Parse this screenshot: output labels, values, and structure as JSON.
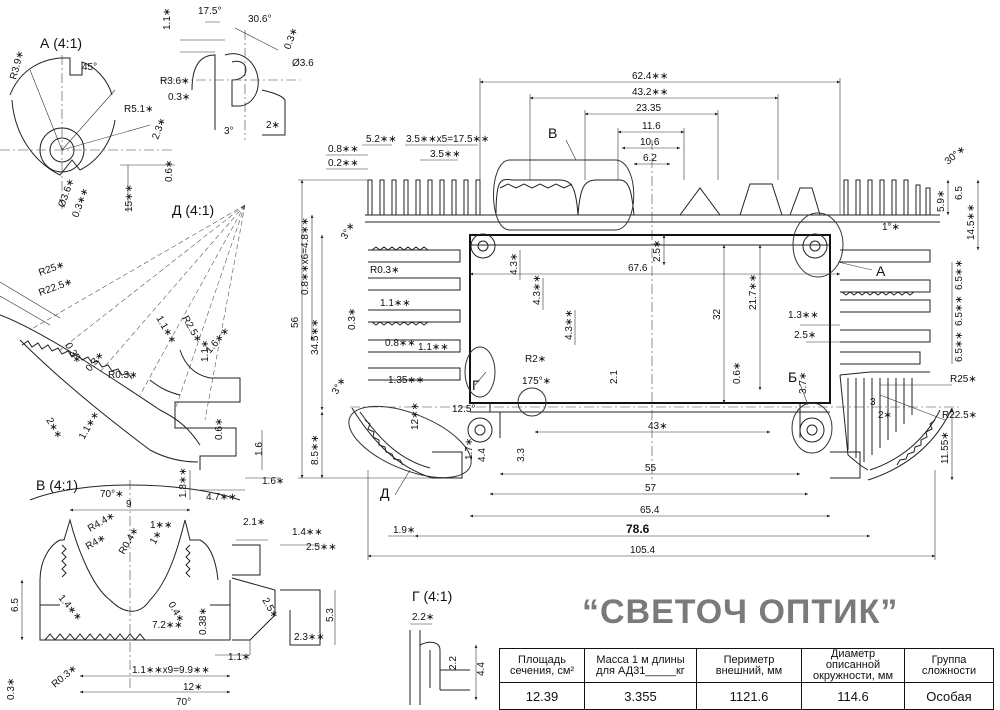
{
  "company_name": "“СВЕТОЧ ОПТИК”",
  "detail_titles": {
    "A": "А (4:1)",
    "D": "Д (4:1)",
    "V": "В (4:1)",
    "G": "Г (4:1)"
  },
  "section_markers": {
    "A": "А",
    "B": "Б",
    "V": "В",
    "G": "Г",
    "D": "Д"
  },
  "main_dimensions": {
    "d62_4": "62.4∗∗",
    "d43_2": "43.2∗∗",
    "d23_35": "23.35",
    "d11_6": "11.6",
    "d10_6": "10.6",
    "d6_2": "6.2",
    "d67_6": "67.6",
    "d43": "43∗",
    "d55": "55",
    "d57": "57",
    "d65_4": "65.4",
    "d78_6": "78.6",
    "d105_4": "105.4",
    "d1_9": "1.9∗",
    "d5_2": "5.2∗∗",
    "d3_5x5": "3.5∗∗x5=17.5∗∗",
    "d3_5": "3.5∗∗",
    "d0_8": "0.8∗∗",
    "d0_2": "0.2∗∗",
    "d56": "56",
    "d32": "32",
    "d21_7": "21.7∗∗",
    "d2_5": "2.5∗",
    "d34_5": "34.5∗∗",
    "d0_8x6": "0.8∗∗x6=4.8∗∗",
    "d8_5": "8.5∗∗",
    "d4_3a": "4.3∗",
    "d4_3b": "4.3∗∗",
    "d4_3c": "4.3∗∗",
    "dR0_3": "R0.3∗",
    "d1_1": "1.1∗∗",
    "d1_1b": "1.1∗∗",
    "d0_3": "0.3∗",
    "d0_8b": "0.8∗∗",
    "d1_35": "1.35∗∗",
    "dR2": "R2∗",
    "d175": "175°∗",
    "d2_1": "2.1",
    "d0_6": "0.6∗",
    "d3_7": "3.7∗",
    "d12_5": "12.5°",
    "d12": "12∗∗",
    "d1_7": "1.7∗",
    "d3_3": "3.3",
    "d4_4": "4.4",
    "d3deg": "3°∗",
    "d3deg_b": "3°∗",
    "d1_3": "1.3∗∗",
    "d2_5b": "2.5∗",
    "d3": "3",
    "d2": "2∗",
    "dR25": "R25∗",
    "dR22_5": "R22.5∗",
    "d11_55": "11.55∗",
    "d14_5": "14.5∗∗",
    "d5_9": "5.9∗",
    "d6_5a": "6.5",
    "d6_5b": "6.5∗∗",
    "d6_5c": "6.5∗∗",
    "d6_5d": "6.5∗∗",
    "d1deg": "1°∗",
    "d30deg": "30°∗"
  },
  "detail_a_dimensions": {
    "a45": "45°",
    "aR3_9": "R3.9∗",
    "aR5_1": "R5.1∗",
    "a2_3": "2.3∗",
    "a0_6": "0.6∗",
    "a15": "15∗∗",
    "a0_3": "0.3∗∗",
    "a3_6": "Ø3.6∗",
    "a17_5": "17.5°",
    "a30_6": "30.6°",
    "a0_3b": "0.3∗",
    "a3_6b": "Ø3.6",
    "aR3_6": "R3.6∗",
    "a0_3c": "0.3∗",
    "a1_1": "1.1∗",
    "a3deg": "3°",
    "a2": "2∗"
  },
  "detail_d_dimensions": {
    "dR25": "R25∗",
    "dR22_5": "R22.5∗",
    "d0_3": "0.3∗",
    "dR0_3": "R0.3∗",
    "d0_3b": "0.3∗",
    "d1_1": "1.1∗∗",
    "dR2_5": "R2.5∗",
    "d1_6": "1.6∗∗",
    "d1_1b": "1.1∗",
    "d0_6": "0.6∗",
    "d1_6b": "1.6",
    "d1_6c": "1.6∗",
    "d4_7": "4.7∗∗",
    "d1_8": "1.8∗∗",
    "d2": "2∗∗",
    "d1_1c": "1.1∗∗"
  },
  "detail_v_dimensions": {
    "v70": "70°∗",
    "v9": "9",
    "vR4_4": "R4.4∗",
    "vR4": "R4∗",
    "vR0_4": "R0.4∗",
    "v1": "1∗∗",
    "v1b": "1∗",
    "v6_5": "6.5",
    "v1_4": "1.4∗∗",
    "v0_4": "0.4∗",
    "v7_2": "7.2∗∗",
    "v0_38": "0.38∗",
    "v1_1x9": "1.1∗∗x9=9.9∗∗",
    "v12": "12∗",
    "v70b": "70°",
    "vR0_3": "R0.3∗",
    "v0_3": "0.3∗",
    "v2_1": "2.1∗",
    "v1_4b": "1.4∗∗",
    "v2_5": "2.5∗∗",
    "v2_5b": "2.5∗",
    "v1_1": "1.1∗",
    "v5_3": "5.3",
    "v2_3": "2.3∗∗"
  },
  "detail_g_dimensions": {
    "g2_2": "2.2∗",
    "g2_2b": "2.2",
    "g4_4": "4.4"
  },
  "spec_table": {
    "headers": [
      [
        "Площадь",
        "сечения, см²"
      ],
      [
        "Масса 1 м длины",
        "для АД31_____кг"
      ],
      [
        "Периметр",
        "внешний, мм"
      ],
      [
        "Диаметр",
        "описанной",
        "окружности, мм"
      ],
      [
        "Группа",
        "сложности"
      ]
    ],
    "values": [
      "12.39",
      "3.355",
      "1121.6",
      "114.6",
      "Особая"
    ]
  }
}
